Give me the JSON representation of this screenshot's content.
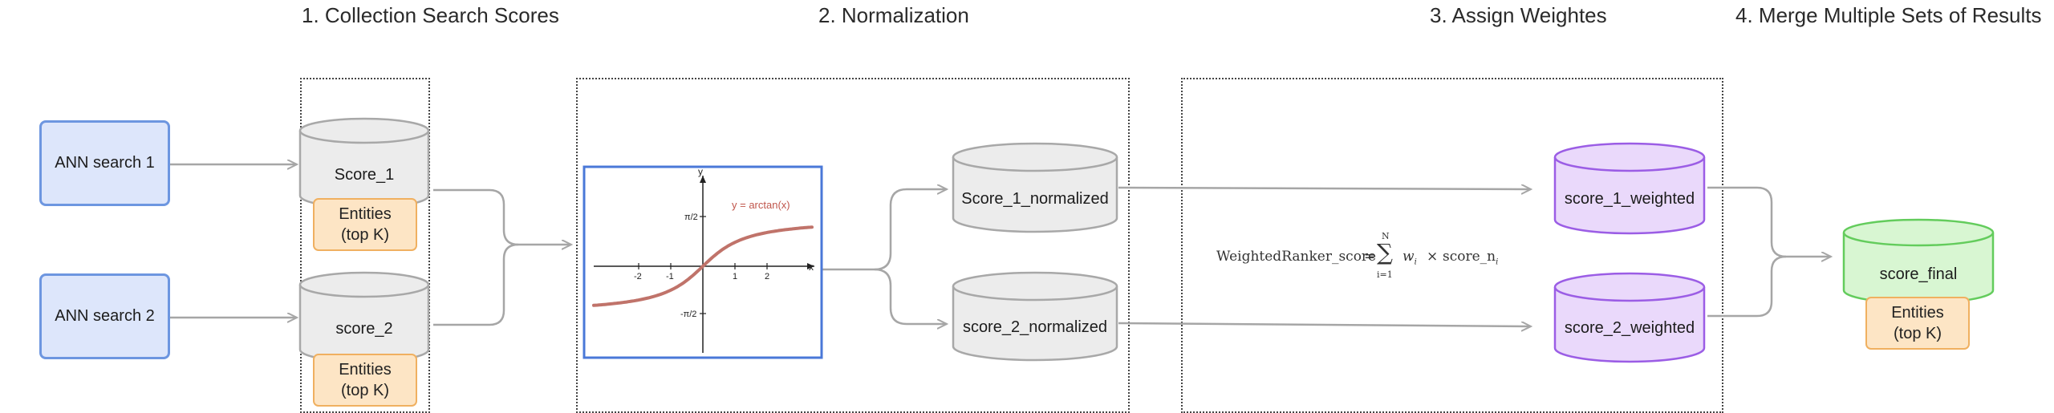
{
  "stages": {
    "s1": "1. Collection Search Scores",
    "s2": "2. Normalization",
    "s3": "3. Assign Weightes",
    "s4": "4. Merge Multiple Sets of Results"
  },
  "searches": [
    "ANN search 1",
    "ANN search 2"
  ],
  "scores": [
    "Score_1",
    "score_2"
  ],
  "entities": {
    "line1": "Entities",
    "line2": "(top K)"
  },
  "normalized": [
    "Score_1_normalized",
    "score_2_normalized"
  ],
  "weighted": [
    "score_1_weighted",
    "score_2_weighted"
  ],
  "final": "score_final",
  "plot": {
    "func_label": "y = arctan(x)",
    "x_axis": "x",
    "y_axis": "y",
    "x_ticks": [
      "-2",
      "-1",
      "1",
      "2"
    ],
    "y_ticks": [
      "π/2",
      "-π/2"
    ]
  },
  "formula": {
    "lhs": "WeightedRanker_score",
    "eq": "=",
    "sum_top": "N",
    "sum_bottom": "i=1",
    "w": "w",
    "w_sub": "i",
    "times": "×",
    "score": "score_n",
    "score_sub": "i"
  },
  "colors": {
    "search_border": "#6d96e0",
    "search_fill": "#dde6fb",
    "gray_cyl_fill": "#ececec",
    "gray_cyl_stroke": "#a8a8a8",
    "purple_fill": "#ead9fb",
    "purple_stroke": "#9b5de5",
    "green_fill": "#d8f6d2",
    "green_stroke": "#63cc5c",
    "entity_border": "#f0b060",
    "entity_fill": "#fde5c5",
    "curve": "#c0736a",
    "plot_frame": "#4a78d8"
  }
}
